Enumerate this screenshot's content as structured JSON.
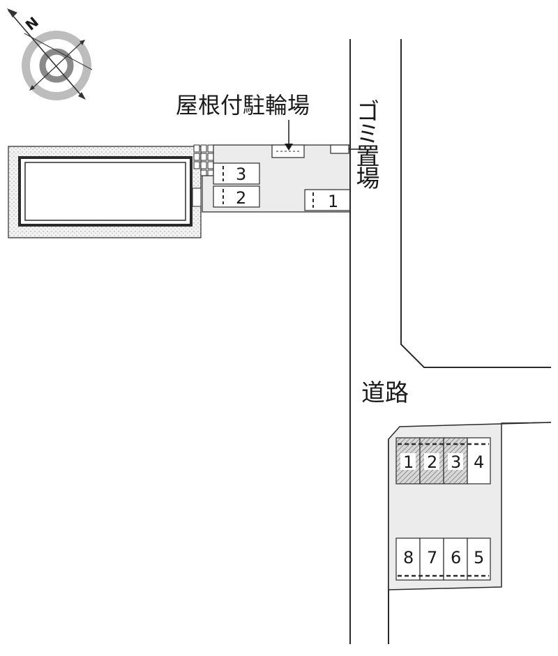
{
  "labels": {
    "bicycle_parking": "屋根付駐輪場",
    "garbage_area": "ゴミ置場",
    "road": "道路",
    "north_letter": "N"
  },
  "parking_upper": {
    "stall_3": "3",
    "stall_2": "2",
    "stall_1": "1"
  },
  "parking_lower": {
    "top_row": [
      {
        "number": "1",
        "occupied": true
      },
      {
        "number": "2",
        "occupied": true
      },
      {
        "number": "3",
        "occupied": true
      },
      {
        "number": "4",
        "occupied": false
      }
    ],
    "bottom_row": [
      "8",
      "7",
      "6",
      "5"
    ]
  },
  "colors": {
    "lot_fill": "#ececec",
    "line": "#2a2a2a",
    "hatch": "#8c8c8c",
    "compass_ring": "#9a9a9a"
  }
}
